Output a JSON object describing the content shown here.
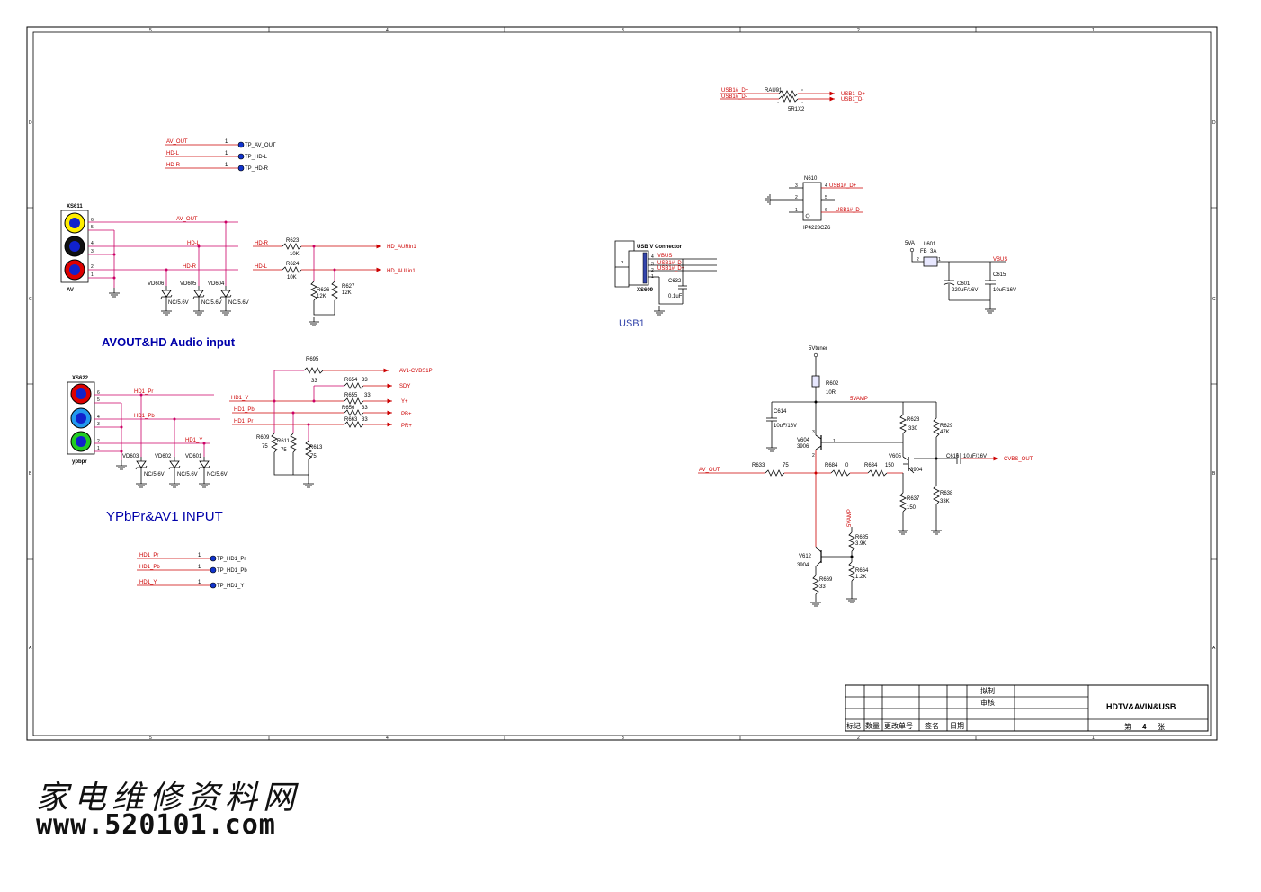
{
  "colors": {
    "wire": "#cc0000",
    "magenta": "#cc0066",
    "ink": "#000000",
    "blue": "#0000cc",
    "title_blue": "#0000aa",
    "usb_blue": "#3344aa"
  },
  "grid": {
    "cols": [
      "5",
      "4",
      "3",
      "2",
      "1"
    ],
    "rows": [
      "D",
      "C",
      "B",
      "A"
    ]
  },
  "testpoints_top": [
    {
      "net": "AV_OUT",
      "pin": "1",
      "tp": "TP_AV_OUT"
    },
    {
      "net": "HD-L",
      "pin": "1",
      "tp": "TP_HD-L"
    },
    {
      "net": "HD-R",
      "pin": "1",
      "tp": "TP_HD-R"
    }
  ],
  "xs611": {
    "ref": "XS611",
    "label": "AV",
    "pins": [
      "6",
      "5",
      "4",
      "3",
      "2",
      "1"
    ],
    "nets": {
      "top": "AV_OUT",
      "mid": "HD-L",
      "bot": "HD-R"
    }
  },
  "diodes_top": [
    {
      "ref": "VD606",
      "value": "NC/5.6V"
    },
    {
      "ref": "VD605",
      "value": "NC/5.6V"
    },
    {
      "ref": "VD604",
      "value": "NC/5.6V"
    }
  ],
  "audio": {
    "r623": {
      "ref": "R623",
      "value": "10K",
      "in": "HD-R",
      "out": "HD_AURin1"
    },
    "r624": {
      "ref": "R624",
      "value": "10K",
      "in": "HD-L",
      "out": "HD_AULin1"
    },
    "r626": {
      "ref": "R626",
      "value": "12K"
    },
    "r627": {
      "ref": "R627",
      "value": "12K"
    }
  },
  "section1_title": "AVOUT&HD Audio input",
  "xs622": {
    "ref": "XS622",
    "label": "ypbpr",
    "pins": [
      "6",
      "5",
      "4",
      "3",
      "2",
      "1"
    ],
    "nets": {
      "pr": "HD1_Pr",
      "pb": "HD1_Pb",
      "y": "HD1_Y"
    }
  },
  "diodes_bot": [
    {
      "ref": "VD603",
      "value": "NC/5.6V"
    },
    {
      "ref": "VD602",
      "value": "NC/5.6V"
    },
    {
      "ref": "VD601",
      "value": "NC/5.6V"
    }
  ],
  "ypbpr": {
    "r695": {
      "ref": "R695",
      "value": "33",
      "out": "AV1-CVBS1P"
    },
    "r654": {
      "ref": "R654",
      "value": "33",
      "out": "SDY"
    },
    "r655": {
      "ref": "R655",
      "value": "33",
      "out": "Y+"
    },
    "r656": {
      "ref": "R656",
      "value": "33",
      "out": "PB+"
    },
    "r663": {
      "ref": "R663",
      "value": "33",
      "out": "PR+"
    },
    "in_y": "HD1_Y",
    "in_pb": "HD1_Pb",
    "in_pr": "HD1_Pr",
    "r609": {
      "ref": "R609",
      "value": "75"
    },
    "r611": {
      "ref": "R611",
      "value": "75"
    },
    "r613": {
      "ref": "R613",
      "value": "75"
    }
  },
  "section2_title": "YPbPr&AV1 INPUT",
  "testpoints_bot": [
    {
      "net": "HD1_Pr",
      "pin": "1",
      "tp": "TP_HD1_Pr"
    },
    {
      "net": "HD1_Pb",
      "pin": "1",
      "tp": "TP_HD1_Pb"
    },
    {
      "net": "HD1_Y",
      "pin": "1",
      "tp": "TP_HD1_Y"
    }
  ],
  "usb": {
    "title": "USB V Connector",
    "ref": "XS609",
    "pin7": "7",
    "pins": [
      "4",
      "3",
      "2",
      "1"
    ],
    "nets": [
      "VBUS",
      "USB1#_D-",
      "USB1#_D+"
    ],
    "c632": {
      "ref": "C632",
      "value": "0.1uF"
    },
    "label": "USB1"
  },
  "rau01": {
    "ref": "RAU01",
    "value": "5R1X2",
    "in1": "USB1#_D+",
    "in2": "USB1#_D-",
    "out1": "USB1_D+",
    "out2": "USB1_D-",
    "pins": [
      "1",
      "2",
      "3",
      "4"
    ]
  },
  "n610": {
    "ref": "N610",
    "part": "IP4223CZ6",
    "pins": [
      "3",
      "2",
      "1",
      "4",
      "5",
      "6"
    ],
    "net_top": "USB1#_D+",
    "net_bot": "USB1#_D-"
  },
  "power": {
    "src": "5VA",
    "l601": {
      "ref": "L601",
      "value": "FB_3A",
      "pin1": "2",
      "pin2": "1"
    },
    "vbus": "VBUS",
    "c601": {
      "ref": "C601",
      "value": "220uF/16V"
    },
    "c615": {
      "ref": "C615",
      "value": "10uF/16V"
    }
  },
  "buffer": {
    "rail": "5Vtuner",
    "rail2": "5VAMP",
    "rail3": "5VAMP",
    "r602": {
      "ref": "R602",
      "value": "10R"
    },
    "c614": {
      "ref": "C614",
      "value": "10uF/16V"
    },
    "v604": {
      "ref": "V604",
      "value": "3906"
    },
    "v605": {
      "ref": "V605",
      "value": "3904"
    },
    "v612": {
      "ref": "V612",
      "value": "3904"
    },
    "r628": {
      "ref": "R628",
      "value": "330"
    },
    "r629": {
      "ref": "R629",
      "value": "47K"
    },
    "r633": {
      "ref": "R633",
      "value": "75"
    },
    "r684": {
      "ref": "R684",
      "value": "0"
    },
    "r634": {
      "ref": "R634",
      "value": "150"
    },
    "c616": {
      "ref": "C616",
      "value": "10uF/16V"
    },
    "r637": {
      "ref": "R637",
      "value": "150"
    },
    "r638": {
      "ref": "R638",
      "value": "33K"
    },
    "r685": {
      "ref": "R685",
      "value": "3.9K"
    },
    "r664": {
      "ref": "R664",
      "value": "1.2K"
    },
    "r669": {
      "ref": "R669",
      "value": "33"
    },
    "in": "AV_OUT",
    "out": "CVBS_OUT",
    "pins": [
      "1",
      "2",
      "3"
    ]
  },
  "titleblock": {
    "draw": "拟制",
    "check": "审核",
    "title": "HDTV&AVIN&USB",
    "sheet_prefix": "第",
    "sheet_no": "4",
    "sheet_suffix": "张",
    "cols": [
      "标记",
      "数量",
      "更改单号",
      "签名",
      "日期"
    ]
  },
  "watermark": {
    "cn": "家电维修资料网",
    "url": "www.520101.com"
  }
}
